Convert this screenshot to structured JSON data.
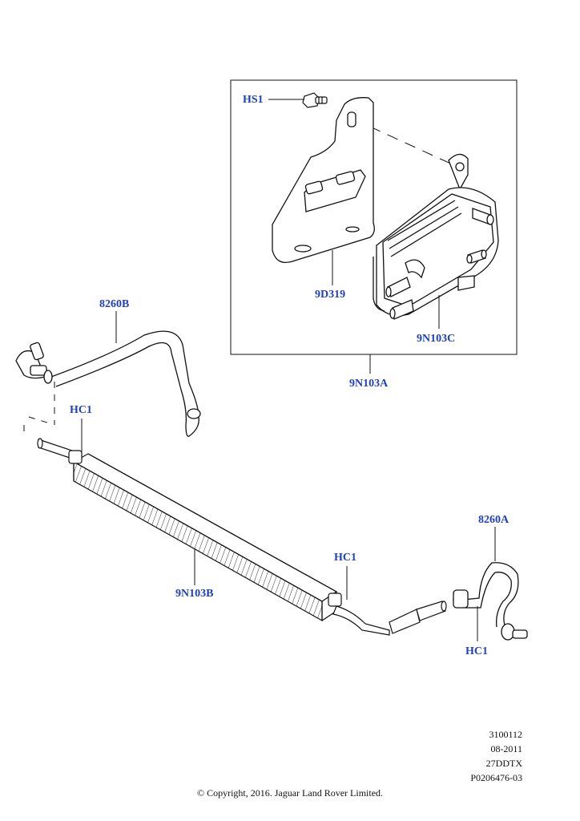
{
  "callouts": {
    "hs1": "HS1",
    "d319": "9D319",
    "n103c": "9N103C",
    "n103a": "9N103A",
    "b8260": "8260B",
    "hc1_left": "HC1",
    "n103b": "9N103B",
    "hc1_mid": "HC1",
    "a8260": "8260A",
    "hc1_right": "HC1"
  },
  "meta": {
    "line1": "3100112",
    "line2": "08-2011",
    "line3": "27DDTX",
    "line4": "P0206476-03"
  },
  "copyright": "© Copyright, 2016. Jaguar Land Rover Limited.",
  "colors": {
    "callout": "#1f3fbf",
    "line": "#111111"
  }
}
